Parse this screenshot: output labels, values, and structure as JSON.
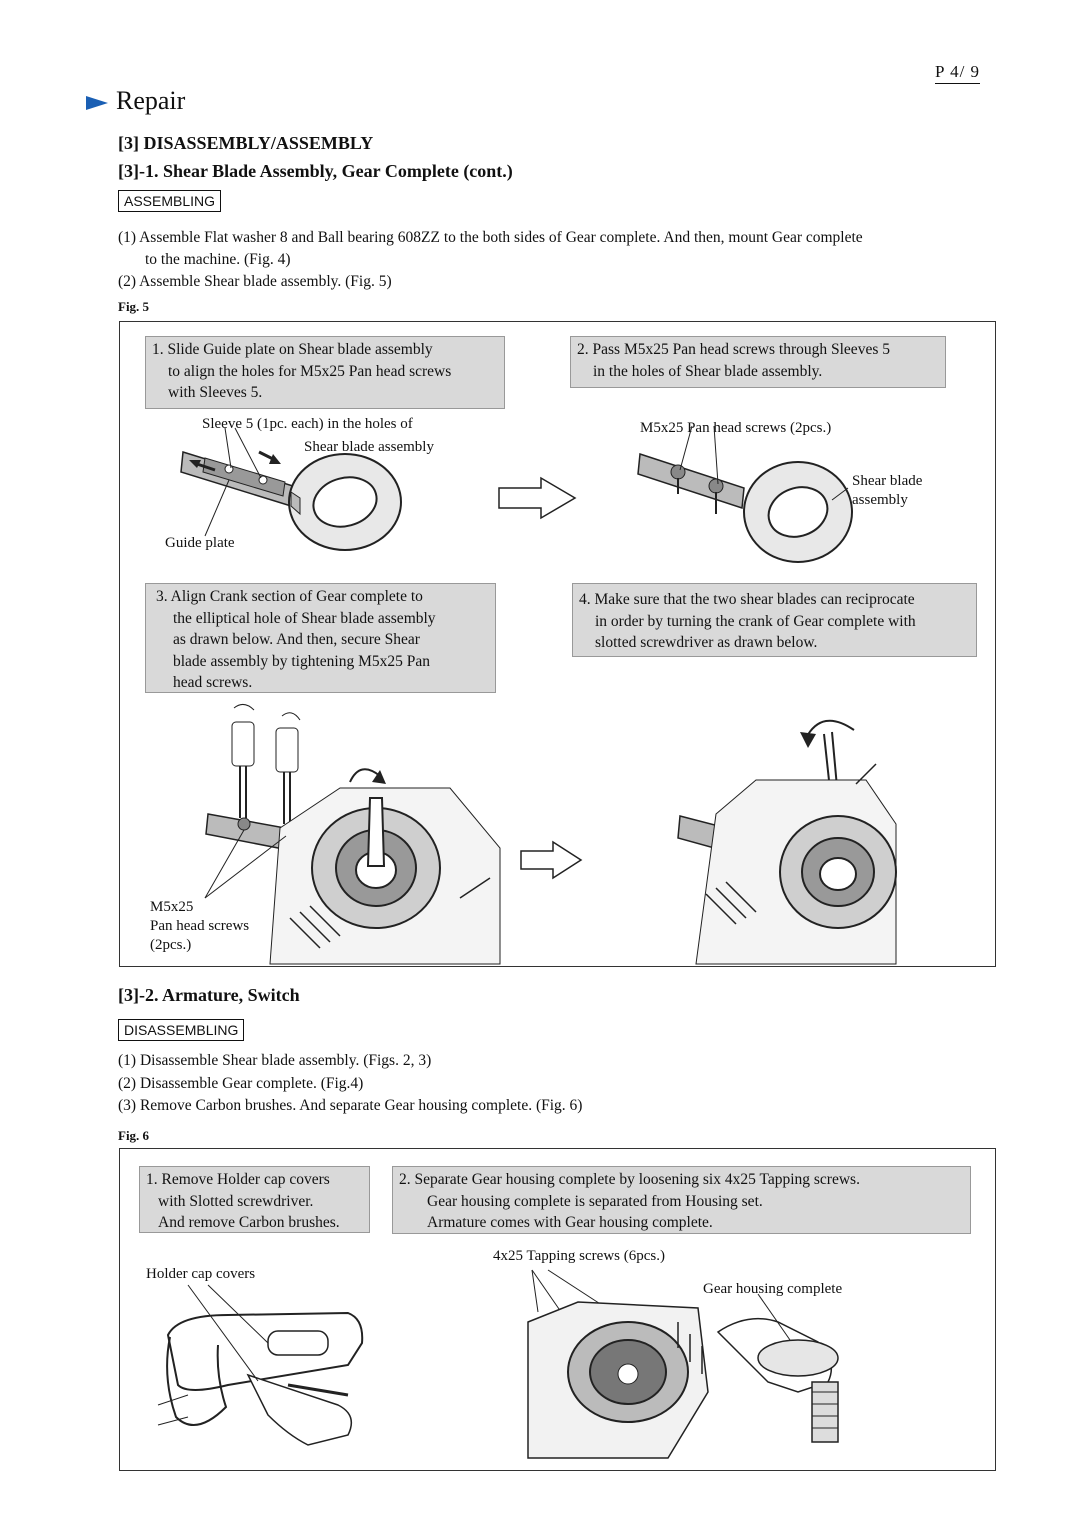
{
  "page_number": "P 4/  9",
  "section_prefix": "Repair",
  "heading": "[3] DISASSEMBLY/ASSEMBLY",
  "sub1": {
    "title": "[3]-1. Shear Blade Assembly, Gear Complete (cont.)",
    "label": "ASSEMBLING",
    "steps": [
      "(1) Assemble Flat washer 8 and Ball bearing 608ZZ to the both sides of Gear complete. And then, mount Gear complete",
      "to the machine. (Fig. 4)",
      "(2) Assemble Shear blade assembly. (Fig. 5)"
    ],
    "fig": "Fig. 5",
    "notes": [
      {
        "lines": [
          "1. Slide Guide plate on Shear blade assembly",
          "to align the holes for M5x25 Pan head screws",
          "with Sleeves 5."
        ]
      },
      {
        "lines": [
          "2. Pass M5x25 Pan head screws through Sleeves 5",
          "in the holes of Shear blade assembly."
        ]
      },
      {
        "lines": [
          "3. Align Crank section of Gear complete to",
          "the elliptical hole of Shear blade assembly",
          "as drawn below.  And then, secure Shear",
          "blade assembly by tightening M5x25 Pan",
          "head screws."
        ]
      },
      {
        "lines": [
          "4. Make sure that the two shear blades can reciprocate",
          "in order by turning the crank of Gear complete with",
          "slotted screwdriver as drawn below."
        ]
      }
    ],
    "captions": {
      "sleeve": [
        "Sleeve 5 (1pc. each) in the holes of",
        "Shear blade assembly"
      ],
      "guide_plate": "Guide plate",
      "screws_2pcs": "M5x25 Pan head screws (2pcs.)",
      "shear_blade": [
        "Shear blade",
        "assembly"
      ],
      "m5x25": [
        "M5x25",
        "Pan head screws",
        "(2pcs.)"
      ]
    }
  },
  "sub2": {
    "title": "[3]-2. Armature, Switch",
    "label": "DISASSEMBLING",
    "steps": [
      "(1) Disassemble Shear blade assembly. (Figs. 2, 3)",
      "(2) Disassemble Gear complete. (Fig.4)",
      "(3) Remove Carbon brushes. And separate Gear housing complete. (Fig. 6)"
    ],
    "fig": "Fig. 6",
    "notes": [
      {
        "lines": [
          "1. Remove Holder cap covers",
          "with Slotted screwdriver.",
          "And remove Carbon brushes."
        ]
      },
      {
        "lines": [
          "2. Separate Gear housing complete by loosening six 4x25 Tapping screws.",
          "Gear housing complete is separated from Housing set.",
          "Armature comes with Gear housing complete."
        ]
      }
    ],
    "captions": {
      "tapping": "4x25 Tapping screws (6pcs.)",
      "holder": "Holder cap covers",
      "gear_housing": "Gear housing complete"
    }
  },
  "colors": {
    "accent": "#1a5fb4",
    "note_bg": "#d9d9d9"
  }
}
